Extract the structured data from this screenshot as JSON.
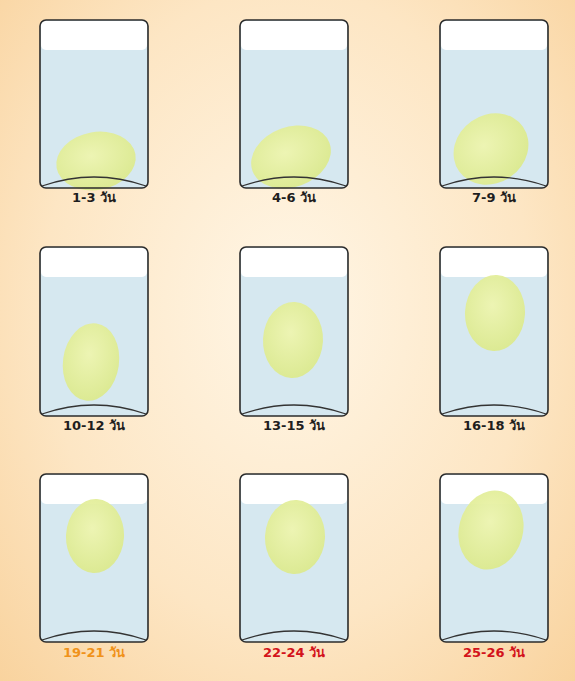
{
  "diagram": {
    "labels": [
      "1-3 วัน",
      "4-6 วัน",
      "7-9 วัน",
      "10-12 วัน",
      "13-15 วัน",
      "16-18 วัน",
      "19-21 วัน",
      "22-24 วัน",
      "25-26 วัน"
    ]
  }
}
